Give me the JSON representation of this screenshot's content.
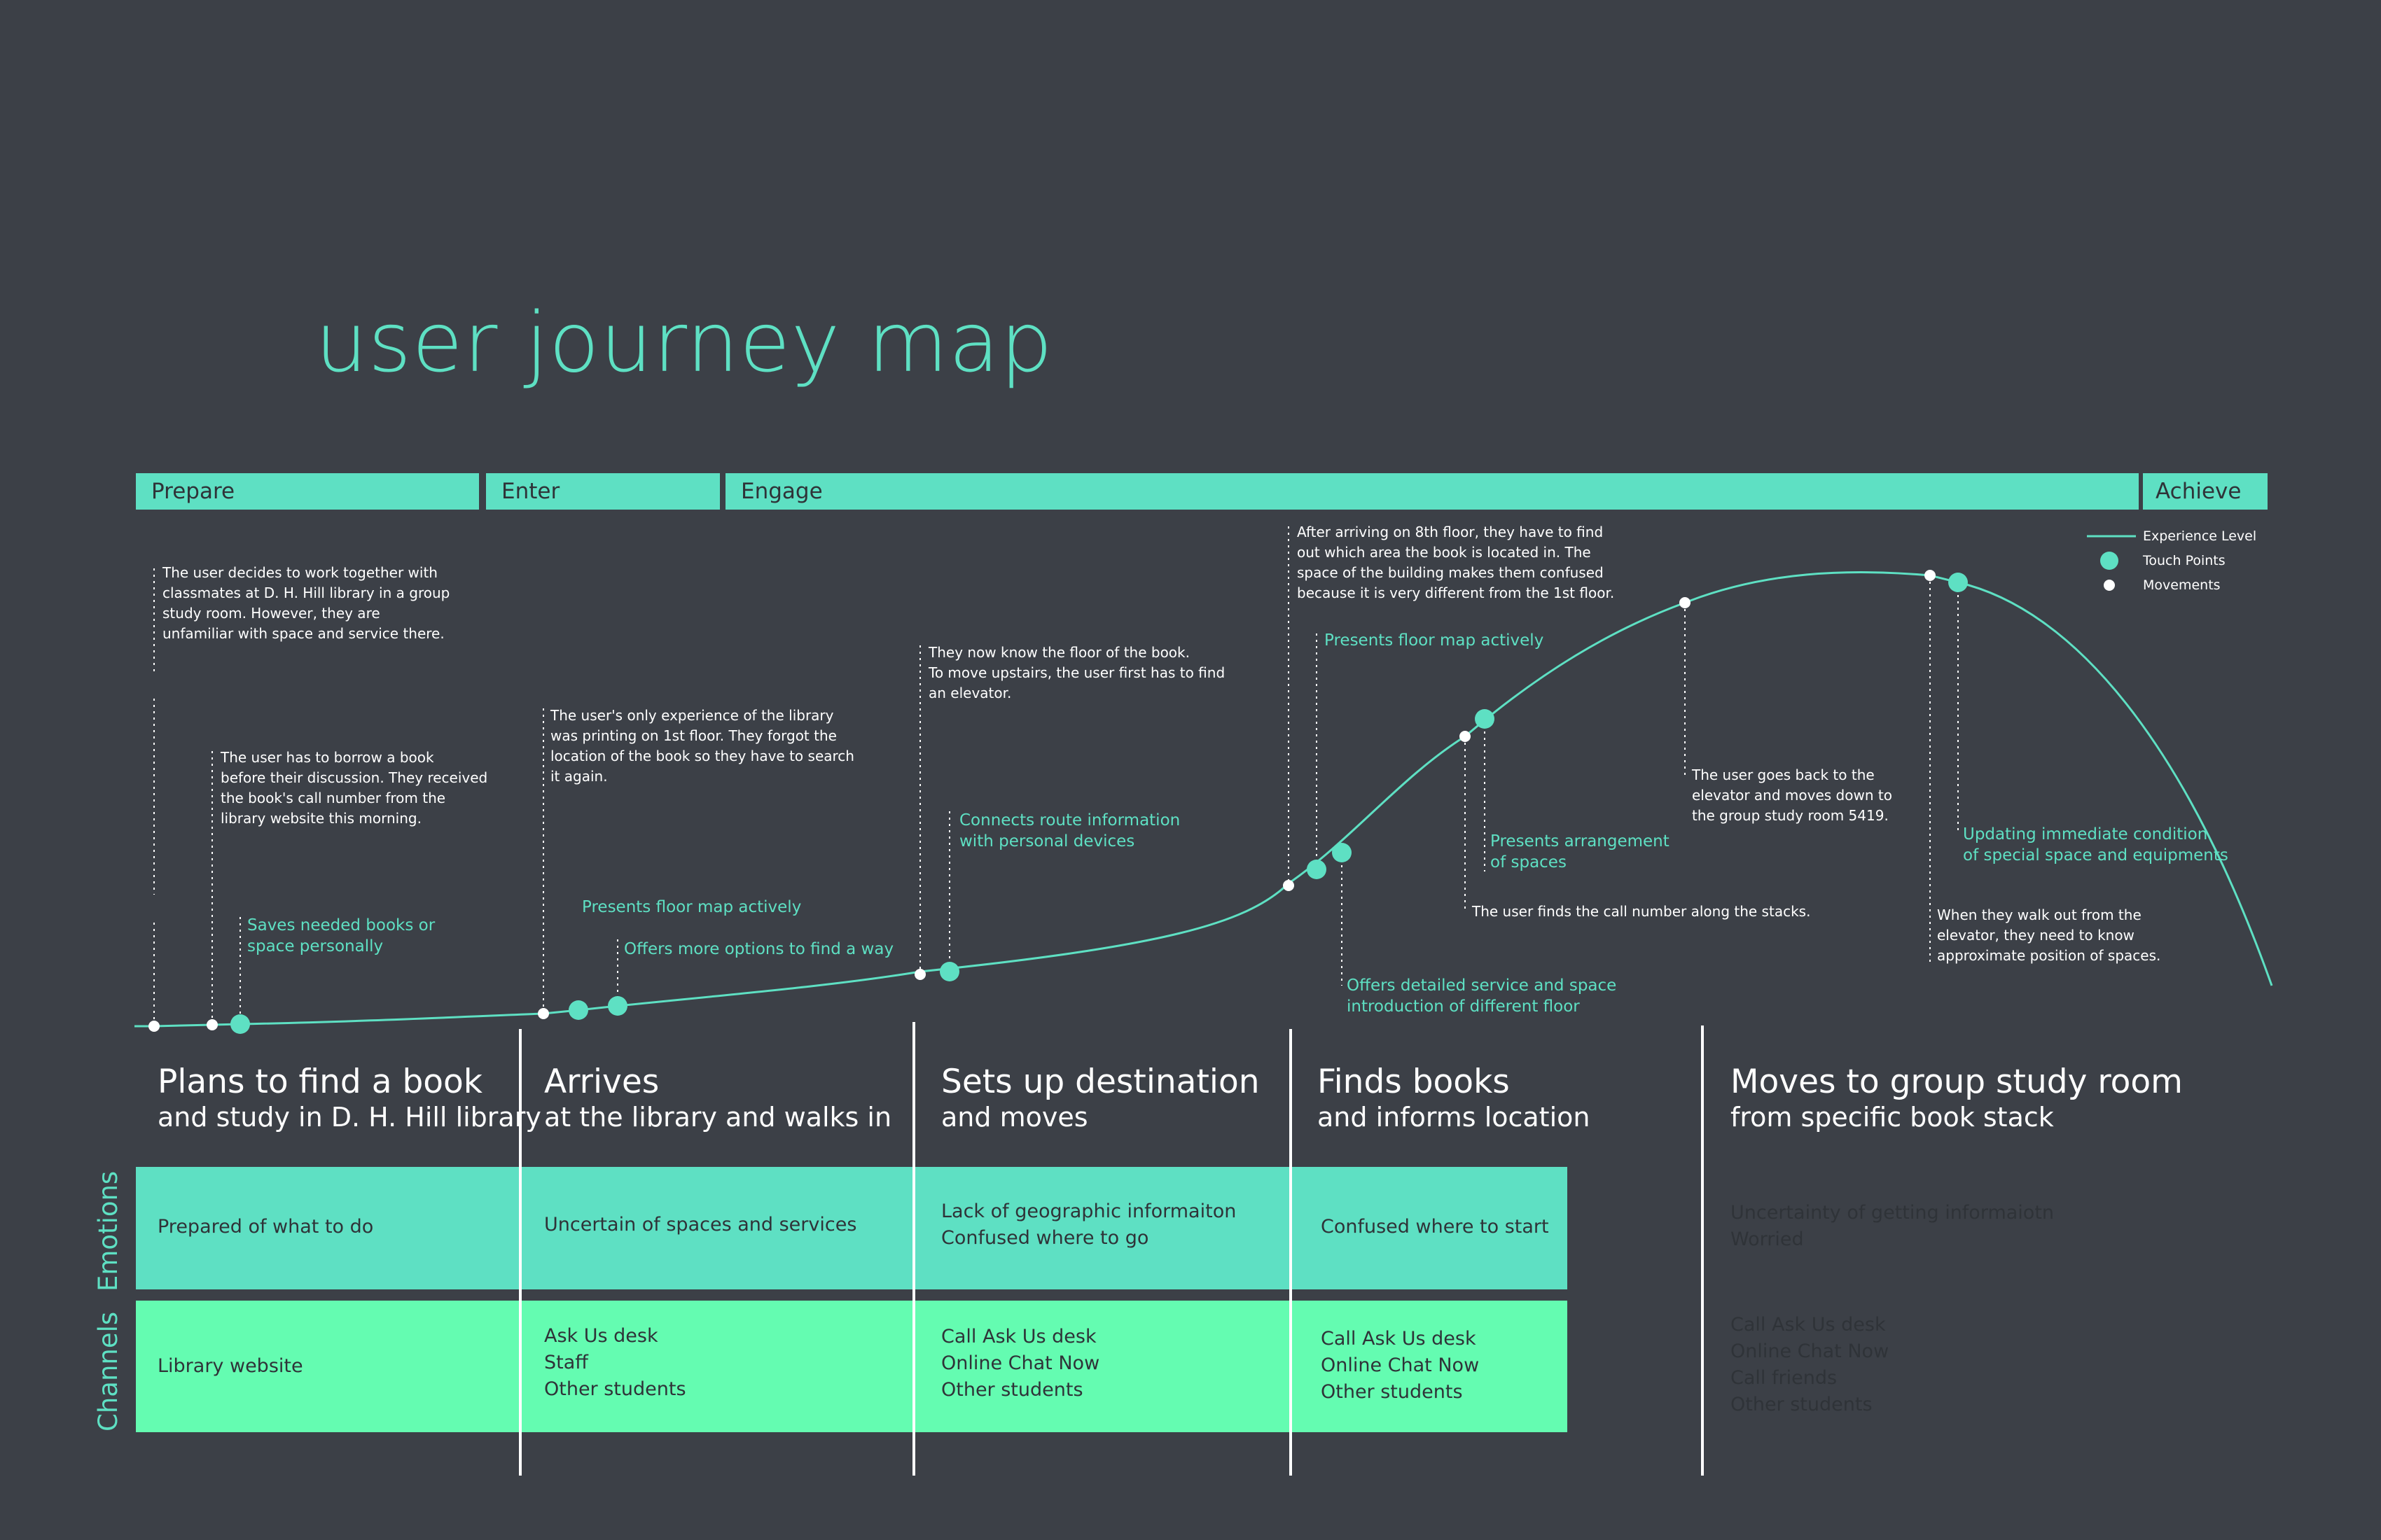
{
  "title": "user journey map",
  "phases": [
    "Prepare",
    "Enter",
    "Engage",
    "Achieve"
  ],
  "legend": {
    "experience_level": "Experience Level",
    "touch_points": "Touch Points",
    "movements": "Movements"
  },
  "notes": {
    "n1": "The user decides to work together with\nclassmates at D. H. Hill library in a group\nstudy room. However, they are\nunfamiliar with space and service there.",
    "n2": "The user has to borrow a book\nbefore their discussion. They received\nthe book's call number from the\nlibrary website this morning.",
    "n3": "The user's only experience of the library\nwas printing on 1st floor. They forgot the\nlocation of the book so they have to search\nit again.",
    "n4": "They now know the floor of the book.\nTo move upstairs, the user first has to find\nan elevator.",
    "n5": "After arriving on 8th floor, they have to find\nout which area the book is located in. The\nspace of the building makes them confused\nbecause it is very different from the 1st floor.",
    "n6": "The user finds the call number along the stacks.",
    "n7": "The user goes back to the\nelevator and moves down to\nthe group study room 5419.",
    "n8": "When they walk out from the\nelevator, they need to know\napproximate position of spaces."
  },
  "touch_points": {
    "t1": "Saves needed books or\nspace personally",
    "t2": "Presents floor map actively",
    "t3": "Offers more options to find a way",
    "t4": "Connects route information\nwith personal devices",
    "t5": "Presents floor map actively",
    "t6": "Offers detailed service and space\nintroduction of different floor",
    "t7": "Presents arrangement\nof spaces",
    "t8": "Updating immediate condition\nof special space and equipments"
  },
  "stages": [
    {
      "title": "Plans to find a book",
      "subtitle": "and study in D. H. Hill library"
    },
    {
      "title": "Arrives",
      "subtitle": "at the library and walks in"
    },
    {
      "title": "Sets up destination",
      "subtitle": "and moves"
    },
    {
      "title": "Finds books",
      "subtitle": "and informs location"
    },
    {
      "title": "Moves to group study room",
      "subtitle": "from specific book stack"
    }
  ],
  "row_labels": {
    "emotions": "Emotions",
    "channels": "Channels"
  },
  "emotions": [
    "Prepared of what to do",
    "Uncertain of spaces and services",
    "Lack of geographic informaiton\nConfused where to go",
    "Confused where to start",
    "Uncertainty of getting informaiotn\nWorried"
  ],
  "channels": [
    "Library website",
    "Ask Us desk\nStaff\nOther students",
    "Call Ask Us desk\nOnline Chat Now\nOther students",
    "Call Ask Us desk\nOnline Chat Now\nOther students",
    "Call Ask Us desk\nOnline Chat Now\nCall friends\nOther students"
  ],
  "colors": {
    "background": "#3c4047",
    "accent": "#5ee0c3",
    "channels": "#64fcb1",
    "text_dark": "#2f3338"
  }
}
